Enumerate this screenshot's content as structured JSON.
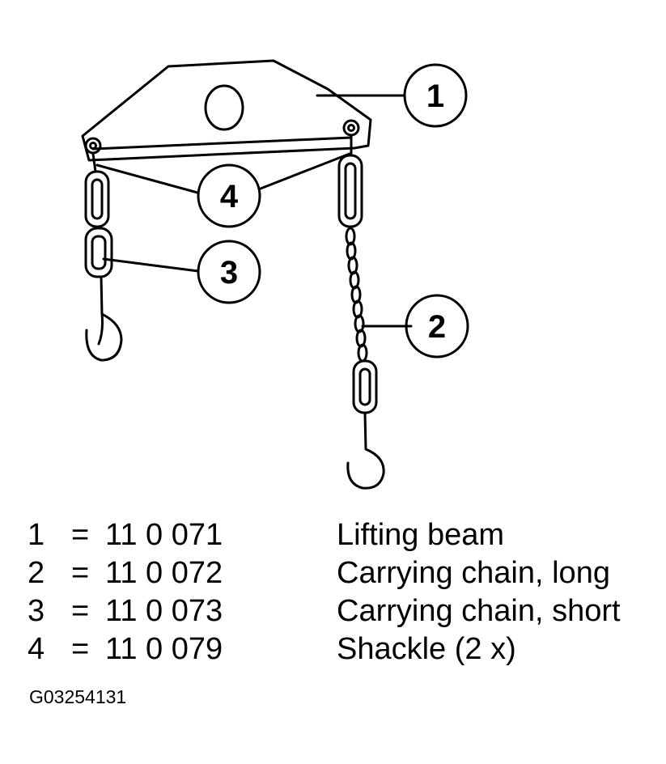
{
  "callouts": [
    {
      "num": "1",
      "part_ref": "legend.rows.0"
    },
    {
      "num": "2",
      "part_ref": "legend.rows.1"
    },
    {
      "num": "3",
      "part_ref": "legend.rows.2"
    },
    {
      "num": "4",
      "part_ref": "legend.rows.3"
    }
  ],
  "legend": {
    "rows": [
      {
        "num": "1",
        "eq": "=",
        "part": "11 0 071",
        "desc": "Lifting beam"
      },
      {
        "num": "2",
        "eq": "=",
        "part": "11 0 072",
        "desc": "Carrying chain, long"
      },
      {
        "num": "3",
        "eq": "=",
        "part": "11 0 073",
        "desc": "Carrying chain, short"
      },
      {
        "num": "4",
        "eq": "=",
        "part": "11 0 079",
        "desc": "Shackle (2 x)"
      }
    ]
  },
  "figure_id": "G03254131"
}
